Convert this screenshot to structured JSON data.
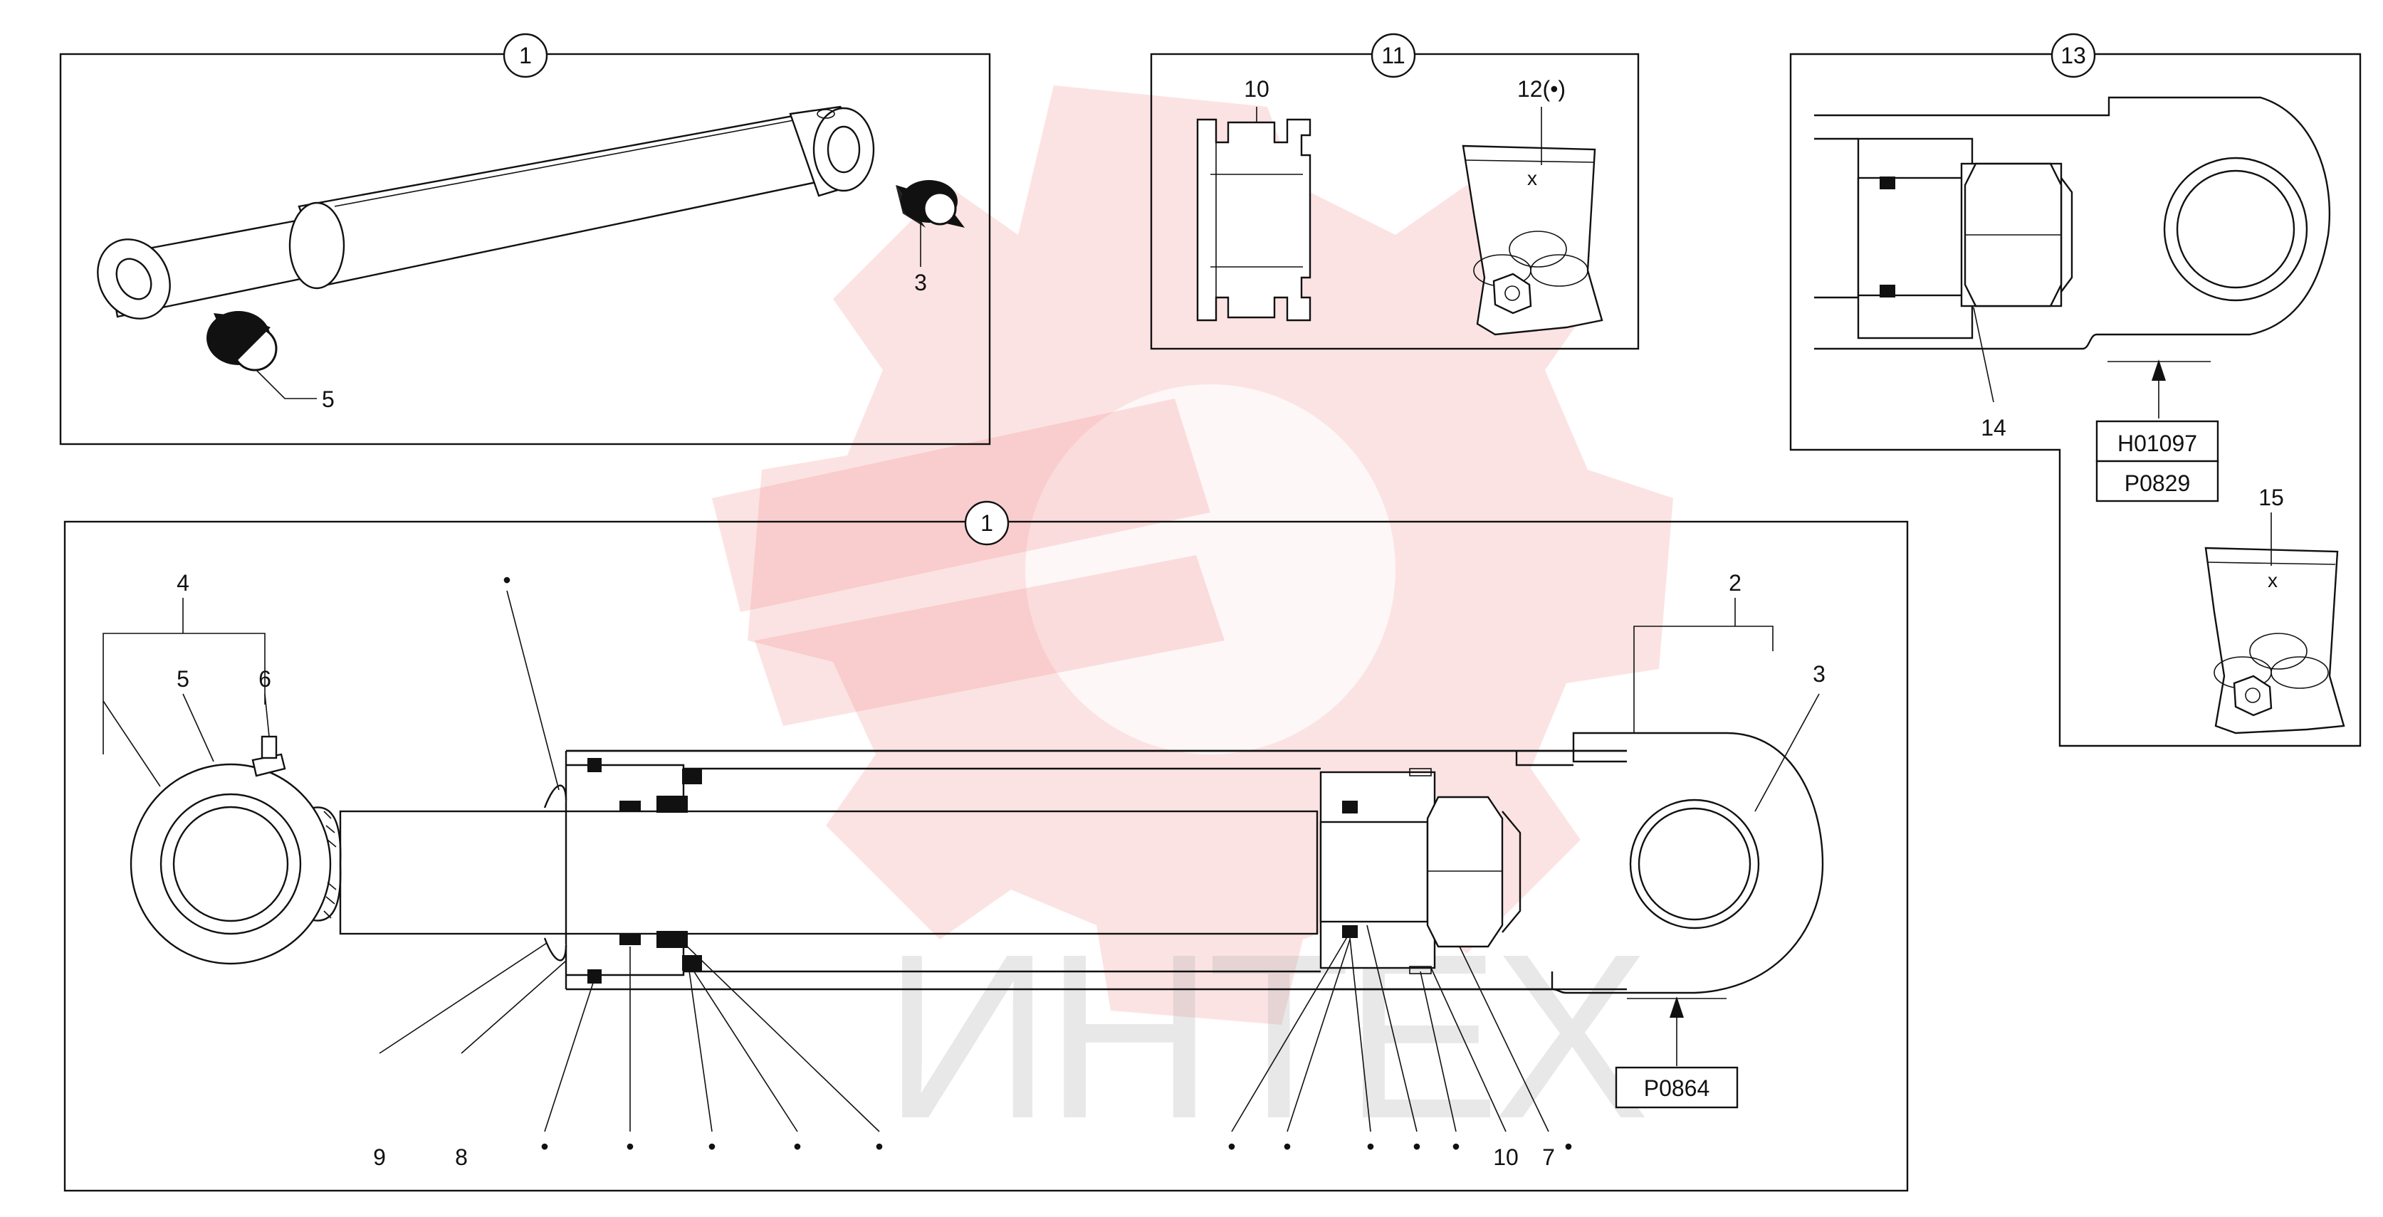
{
  "watermark": {
    "text": "ИНТЕХ",
    "color": "#f08080"
  },
  "panels": {
    "top_left": {
      "circle_label": "1",
      "labels": [
        "3",
        "5"
      ]
    },
    "top_mid": {
      "circle_label": "11",
      "labels": [
        "10",
        "12(•)"
      ]
    },
    "top_right": {
      "circle_label": "13",
      "labels": [
        "14",
        "15"
      ],
      "ref_boxes": [
        "H01097",
        "P0829"
      ]
    },
    "main": {
      "circle_label": "1",
      "labels_top": [
        "4",
        "5",
        "6",
        "2",
        "3"
      ],
      "labels_bottom": [
        "9",
        "8",
        "10",
        "7"
      ],
      "ref_box": "P0864"
    }
  },
  "bullet": "•"
}
